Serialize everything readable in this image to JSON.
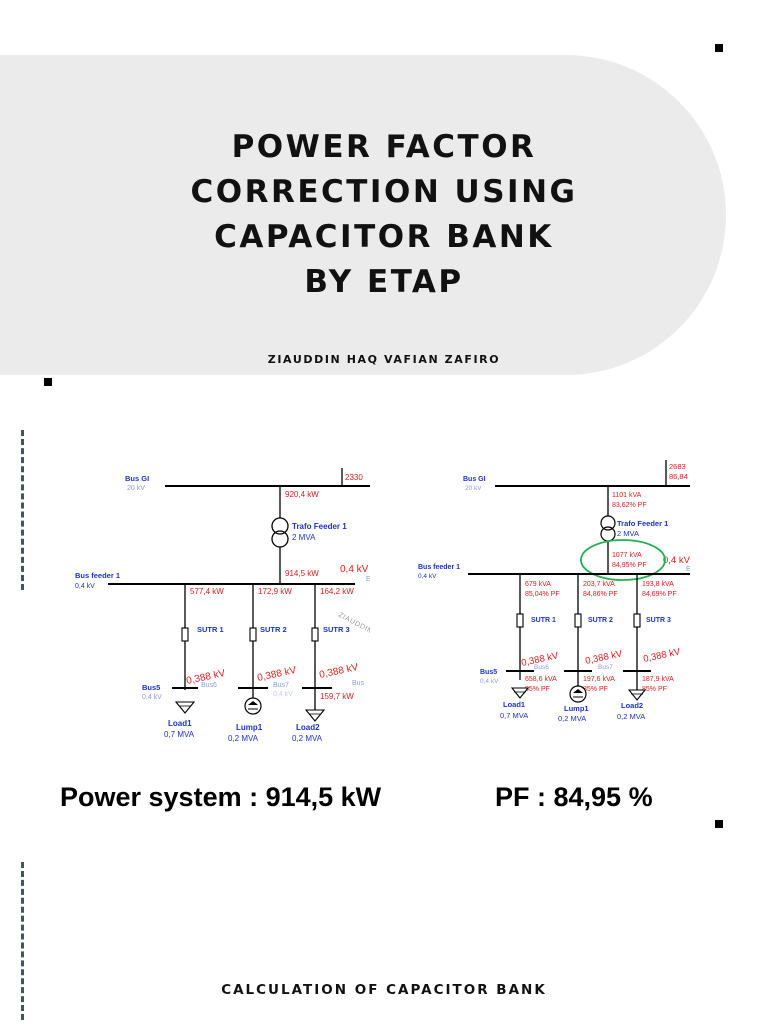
{
  "title_lines": [
    "POWER FACTOR",
    "CORRECTION USING",
    "CAPACITOR BANK",
    "BY ETAP"
  ],
  "author": "ZIAUDDIN HAQ VAFIAN ZAFIRO",
  "watermark": "ZIAUDDIN HAQ VAFIAN ZAFIRO",
  "summary": {
    "power": "Power system : 914,5 kW",
    "pf": "PF : 84,95 %"
  },
  "footer": "CALCULATION OF CAPACITOR BANK",
  "colors": {
    "banner": "#ebebeb",
    "bus_label": "#1a33c7",
    "flow_label": "#e01b1b",
    "highlight": "#20b050"
  },
  "left_diagram": {
    "bus_gi": "Bus GI",
    "bus_gi_kv": "20 kV",
    "grid_flow": "2330",
    "trafo_flow": "920,4 kW",
    "trafo_name": "Trafo Feeder 1",
    "trafo_rating": "2 MVA",
    "feeder_flow": "914,5 kW",
    "feeder_voltage": "0,4 kV",
    "feeder_cut": "E",
    "bus_feeder": "Bus feeder 1",
    "bus_feeder_kv": "0,4 kV",
    "branch_flows": [
      "577,4 kW",
      "172,9 kW",
      "164,2 kW"
    ],
    "sutr": [
      "SUTR 1",
      "SUTR 2",
      "SUTR 3"
    ],
    "load_voltages": [
      "0,388 kV",
      "0,388 kV",
      "0,388 kV"
    ],
    "bus5": "Bus5",
    "bus5_kv": "0,4 kV",
    "bus6": "Bus6",
    "bus7": "Bus7",
    "bus_cut": "Bus",
    "bus7_kv": "0,4 kV",
    "load2_flow": "159,7 kW",
    "load1": "Load1",
    "load1_rating": "0,7 MVA",
    "lump1": "Lump1",
    "lump1_rating": "0,2 MVA",
    "load2": "Load2",
    "load2_rating": "0,2 MVA"
  },
  "right_diagram": {
    "bus_gi": "Bus GI",
    "bus_gi_kv": "20 kV",
    "grid_flow_1": "2683",
    "grid_flow_2": "86,84",
    "trafo_flow": "1101 kVA",
    "trafo_pf": "83,62% PF",
    "trafo_name": "Trafo Feeder 1",
    "trafo_rating": "2 MVA",
    "feeder_flow": "1077 kVA",
    "feeder_pf": "84,95% PF",
    "feeder_voltage": "0,4 kV",
    "feeder_cut": "E",
    "bus_feeder": "Bus feeder 1",
    "bus_feeder_kv": "0,4 kV",
    "branch_flows": [
      "679 kVA",
      "203,7 kVA",
      "193,8 kVA"
    ],
    "branch_pfs": [
      "85,04% PF",
      "84,86% PF",
      "84,69% PF"
    ],
    "sutr": [
      "SUTR 1",
      "SUTR 2",
      "SUTR 3"
    ],
    "load_voltages": [
      "0,388 kV",
      "0,388 kV",
      "0,388 kV"
    ],
    "bus5": "Bus5",
    "bus5_kv": "0,4 kV",
    "bus6": "Bus6",
    "bus7": "Bus7",
    "load_flows": [
      "658,6 kVA",
      "197,6 kVA",
      "187,9 kVA"
    ],
    "load_pfs": [
      "85% PF",
      "85% PF",
      "85% PF"
    ],
    "load1": "Load1",
    "load1_rating": "0,7 MVA",
    "lump1": "Lump1",
    "lump1_rating": "0,2 MVA",
    "load2": "Load2",
    "load2_rating": "0,2 MVA"
  }
}
